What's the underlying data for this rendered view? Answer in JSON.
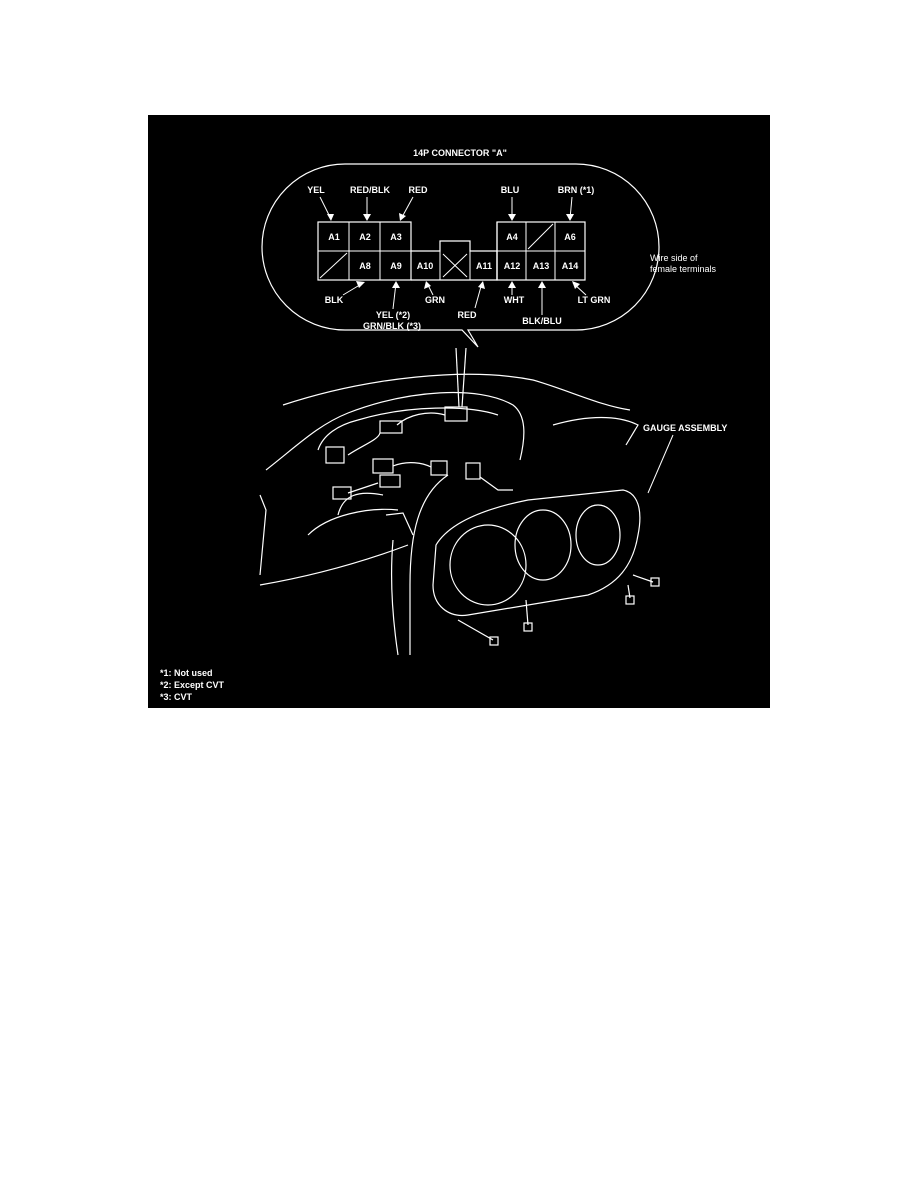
{
  "connector": {
    "title": "14P CONNECTOR \"A\"",
    "pins_top": [
      "A1",
      "A2",
      "A3",
      "A4",
      "A6"
    ],
    "pins_bottom": [
      "A8",
      "A9",
      "A10",
      "A11",
      "A12",
      "A13",
      "A14"
    ],
    "side_note_line1": "Wire side of",
    "side_note_line2": "female terminals"
  },
  "wires_top": {
    "yel": "YEL",
    "red_blk": "RED/BLK",
    "red": "RED",
    "blu": "BLU",
    "brn": "BRN (*1)"
  },
  "wires_bottom": {
    "blk": "BLK",
    "yel": "YEL (*2)",
    "grn_blk": "GRN/BLK (*3)",
    "grn": "GRN",
    "red": "RED",
    "wht": "WHT",
    "blk_blu": "BLK/BLU",
    "lt_grn": "LT GRN"
  },
  "gauge_label": "GAUGE ASSEMBLY",
  "notes": [
    "*1: Not used",
    "*2: Except CVT",
    "*3: CVT"
  ],
  "colors": {
    "background": "#000000",
    "ink": "#ffffff",
    "page": "#ffffff"
  }
}
